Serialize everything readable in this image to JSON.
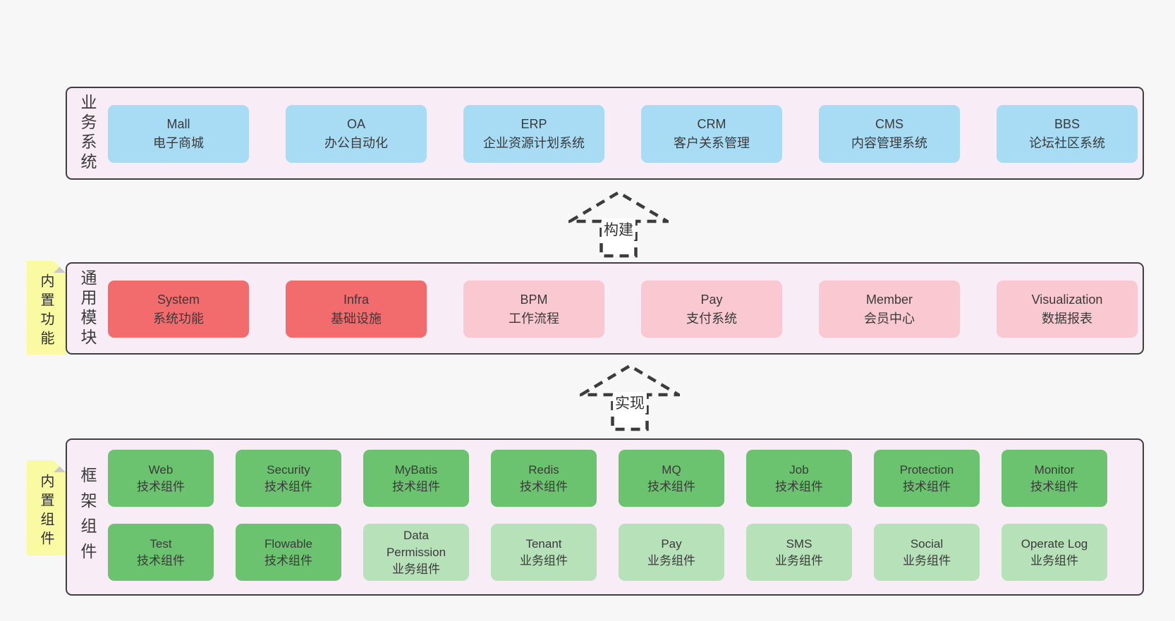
{
  "colors": {
    "page_bg": "#f7f7f7",
    "layer_bg": "#f8edf6",
    "layer_border": "#3f3f3f",
    "box_blue": "#a8dbf4",
    "box_red": "#f26b6d",
    "box_pink": "#f9c8d1",
    "box_green": "#6cc36f",
    "box_light_green": "#b7e2b9",
    "note_yellow": "#fafaa3",
    "note_fold": "#c9c9c9",
    "text_dark": "#3a3a3a",
    "arrow_stroke": "#3c3c3c"
  },
  "diagram": {
    "layers": [
      {
        "id": "business-systems",
        "label": "业务系统",
        "boxes": [
          {
            "title": "Mall",
            "subtitle": "电子商城"
          },
          {
            "title": "OA",
            "subtitle": "办公自动化"
          },
          {
            "title": "ERP",
            "subtitle": "企业资源计划系统"
          },
          {
            "title": "CRM",
            "subtitle": "客户关系管理"
          },
          {
            "title": "CMS",
            "subtitle": "内容管理系统"
          },
          {
            "title": "BBS",
            "subtitle": "论坛社区系统"
          }
        ]
      },
      {
        "id": "common-modules",
        "label": "通用模块",
        "note": "内置功能",
        "boxes": [
          {
            "title": "System",
            "subtitle": "系统功能"
          },
          {
            "title": "Infra",
            "subtitle": "基础设施"
          },
          {
            "title": "BPM",
            "subtitle": "工作流程"
          },
          {
            "title": "Pay",
            "subtitle": "支付系统"
          },
          {
            "title": "Member",
            "subtitle": "会员中心"
          },
          {
            "title": "Visualization",
            "subtitle": "数据报表"
          }
        ]
      },
      {
        "id": "framework-components",
        "label": "框架组件",
        "note": "内置组件",
        "rows": [
          [
            {
              "title": "Web",
              "subtitle": "技术组件"
            },
            {
              "title": "Security",
              "subtitle": "技术组件"
            },
            {
              "title": "MyBatis",
              "subtitle": "技术组件"
            },
            {
              "title": "Redis",
              "subtitle": "技术组件"
            },
            {
              "title": "MQ",
              "subtitle": "技术组件"
            },
            {
              "title": "Job",
              "subtitle": "技术组件"
            },
            {
              "title": "Protection",
              "subtitle": "技术组件"
            },
            {
              "title": "Monitor",
              "subtitle": "技术组件"
            }
          ],
          [
            {
              "title": "Test",
              "subtitle": "技术组件"
            },
            {
              "title": "Flowable",
              "subtitle": "技术组件"
            },
            {
              "title": "Data Permission",
              "subtitle": "业务组件"
            },
            {
              "title": "Tenant",
              "subtitle": "业务组件"
            },
            {
              "title": "Pay",
              "subtitle": "业务组件"
            },
            {
              "title": "SMS",
              "subtitle": "业务组件"
            },
            {
              "title": "Social",
              "subtitle": "业务组件"
            },
            {
              "title": "Operate Log",
              "subtitle": "业务组件"
            }
          ]
        ]
      }
    ],
    "arrows": [
      {
        "label": "构建"
      },
      {
        "label": "实现"
      }
    ]
  }
}
